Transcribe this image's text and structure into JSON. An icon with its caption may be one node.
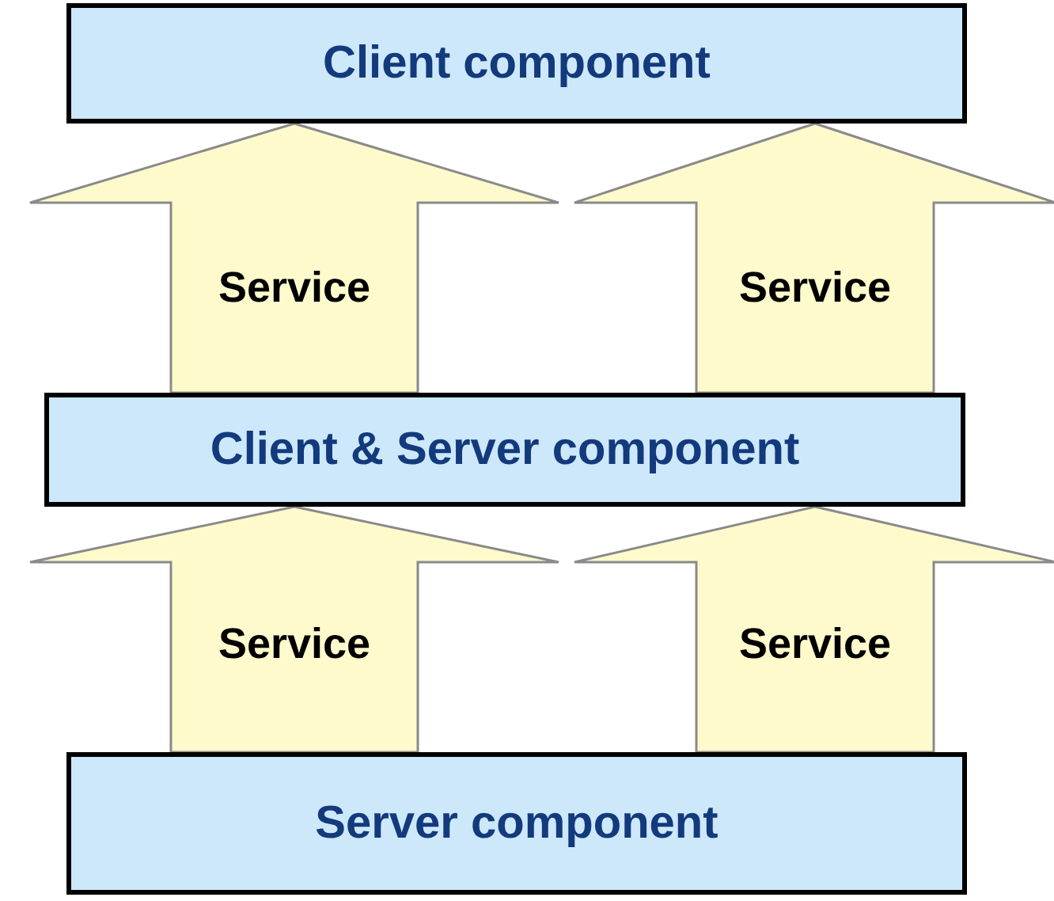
{
  "diagram": {
    "nodes": [
      {
        "text": [
          "Client component"
        ]
      },
      {
        "text": [
          "Client & Server component"
        ]
      },
      {
        "text": [
          "Server component"
        ]
      }
    ],
    "edges": [
      {
        "from": 1,
        "to": 0,
        "arrow": "to",
        "label": "Service"
      },
      {
        "from": 1,
        "to": 0,
        "arrow": "to",
        "label": "Service"
      },
      {
        "from": 2,
        "to": 1,
        "arrow": "to",
        "label": "Service"
      },
      {
        "from": 2,
        "to": 1,
        "arrow": "to",
        "label": "Service"
      }
    ]
  }
}
